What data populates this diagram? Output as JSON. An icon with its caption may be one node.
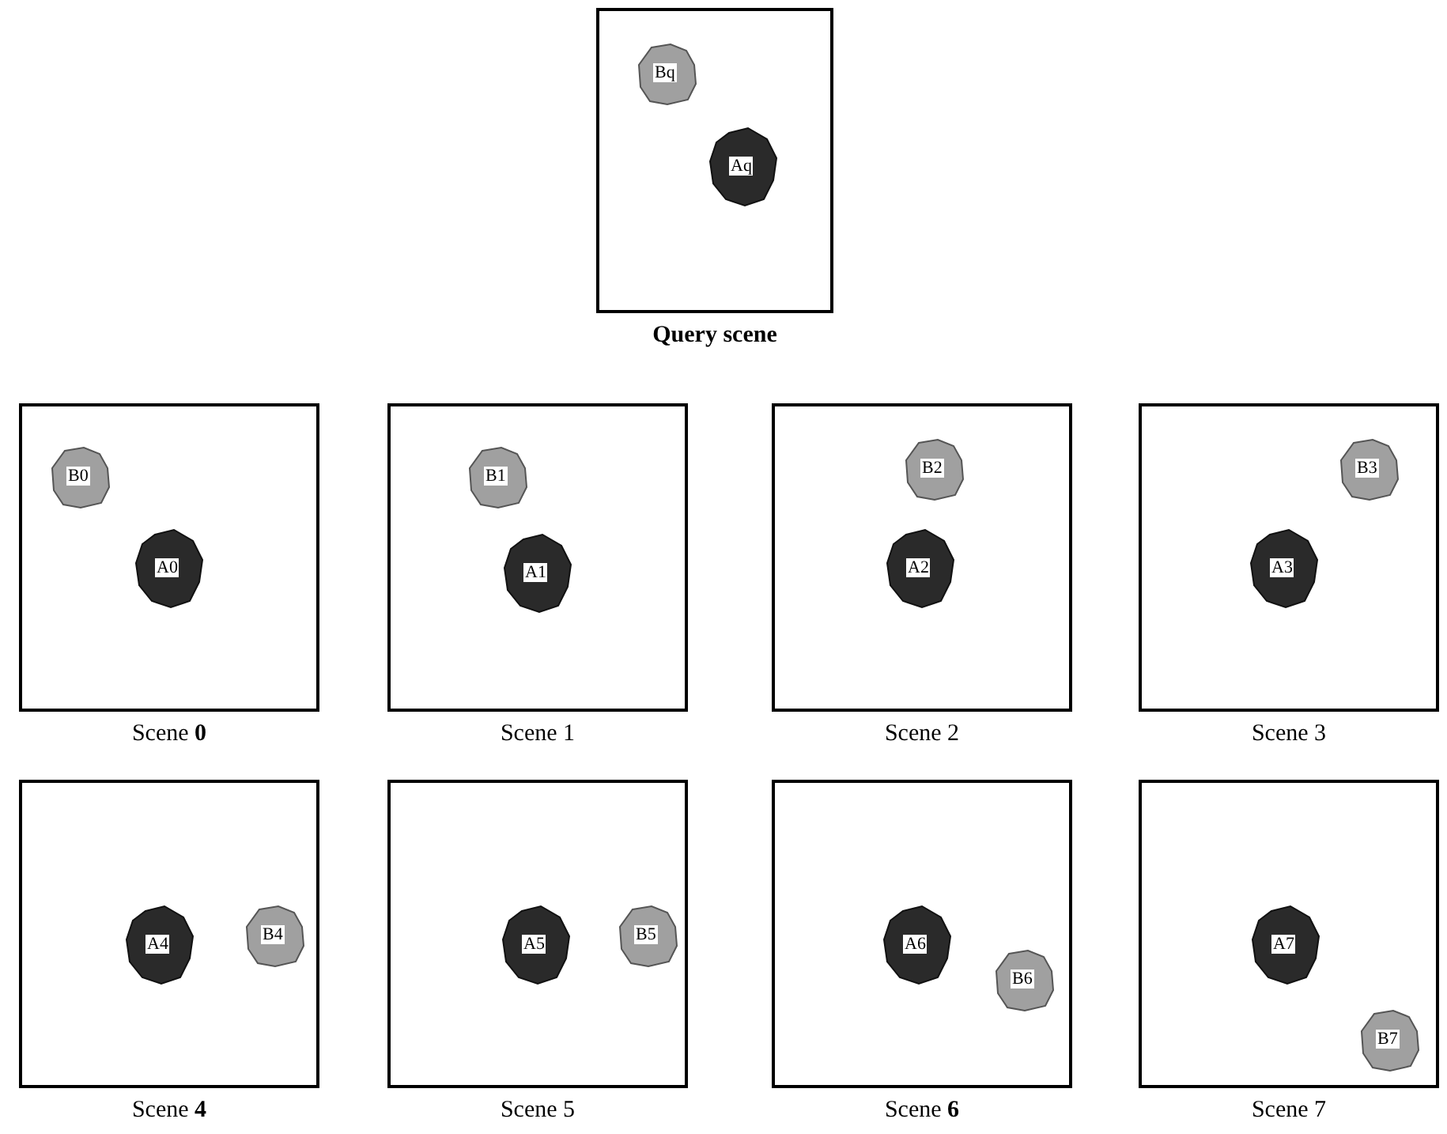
{
  "diagram": {
    "nodes": [
      {
        "text": [
          "Query scene"
        ]
      },
      {
        "text": [
          "Bq"
        ],
        "in": 0
      },
      {
        "text": [
          "Aq"
        ],
        "in": 0
      },
      {
        "text": [
          "Scene **0**"
        ]
      },
      {
        "text": [
          "B0"
        ],
        "in": 3
      },
      {
        "text": [
          "A0"
        ],
        "in": 3
      },
      {
        "text": [
          "Scene 1"
        ]
      },
      {
        "text": [
          "B1"
        ],
        "in": 6
      },
      {
        "text": [
          "A1"
        ],
        "in": 6
      },
      {
        "text": [
          "Scene 2"
        ]
      },
      {
        "text": [
          "B2"
        ],
        "in": 9
      },
      {
        "text": [
          "A2"
        ],
        "in": 9
      },
      {
        "text": [
          "Scene 3"
        ]
      },
      {
        "text": [
          "B3"
        ],
        "in": 12
      },
      {
        "text": [
          "A3"
        ],
        "in": 12
      },
      {
        "text": [
          "Scene **4**"
        ]
      },
      {
        "text": [
          "B4"
        ],
        "in": 15
      },
      {
        "text": [
          "A4"
        ],
        "in": 15
      },
      {
        "text": [
          "Scene 5"
        ]
      },
      {
        "text": [
          "B5"
        ],
        "in": 18
      },
      {
        "text": [
          "A5"
        ],
        "in": 18
      },
      {
        "text": [
          "Scene **6**"
        ]
      },
      {
        "text": [
          "A6"
        ],
        "in": 21
      },
      {
        "text": [
          "B6"
        ],
        "in": 21
      },
      {
        "text": [
          "Scene 7"
        ]
      },
      {
        "text": [
          "A7"
        ],
        "in": 24
      },
      {
        "text": [
          "B7"
        ],
        "in": 24
      }
    ]
  }
}
